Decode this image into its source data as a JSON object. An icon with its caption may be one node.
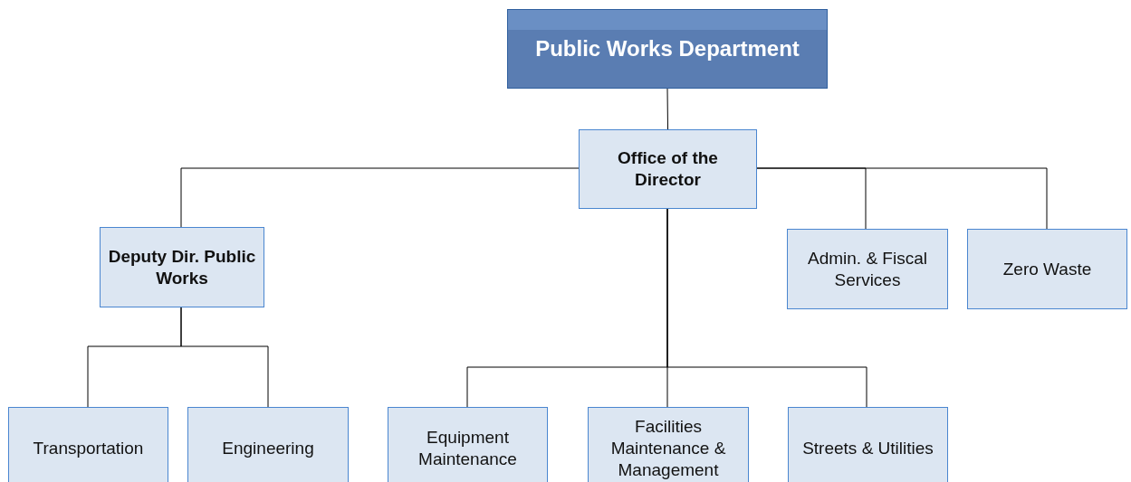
{
  "diagram": {
    "nodes": [
      {
        "text": [
          "Public Works Department"
        ]
      },
      {
        "text": [
          "Office of the Director"
        ]
      },
      {
        "text": [
          "Deputy Dir. Public Works"
        ]
      },
      {
        "text": [
          "Admin. & Fiscal Services"
        ]
      },
      {
        "text": [
          "Zero Waste"
        ]
      },
      {
        "text": [
          "Transportation"
        ]
      },
      {
        "text": [
          "Engineering"
        ]
      },
      {
        "text": [
          "Equipment Maintenance"
        ]
      },
      {
        "text": [
          "Facilities Maintenance & Management"
        ]
      },
      {
        "text": [
          "Streets & Utilities"
        ]
      }
    ],
    "edges": [
      {
        "from": 0,
        "to": 1,
        "arrow": "none"
      },
      {
        "from": 1,
        "to": 2,
        "arrow": "none"
      },
      {
        "from": 1,
        "to": 3,
        "arrow": "none"
      },
      {
        "from": 1,
        "to": 4,
        "arrow": "none"
      },
      {
        "from": 1,
        "to": 7,
        "arrow": "none"
      },
      {
        "from": 1,
        "to": 8,
        "arrow": "none"
      },
      {
        "from": 1,
        "to": 9,
        "arrow": "none"
      },
      {
        "from": 2,
        "to": 5,
        "arrow": "none"
      },
      {
        "from": 2,
        "to": 6,
        "arrow": "none"
      }
    ]
  }
}
